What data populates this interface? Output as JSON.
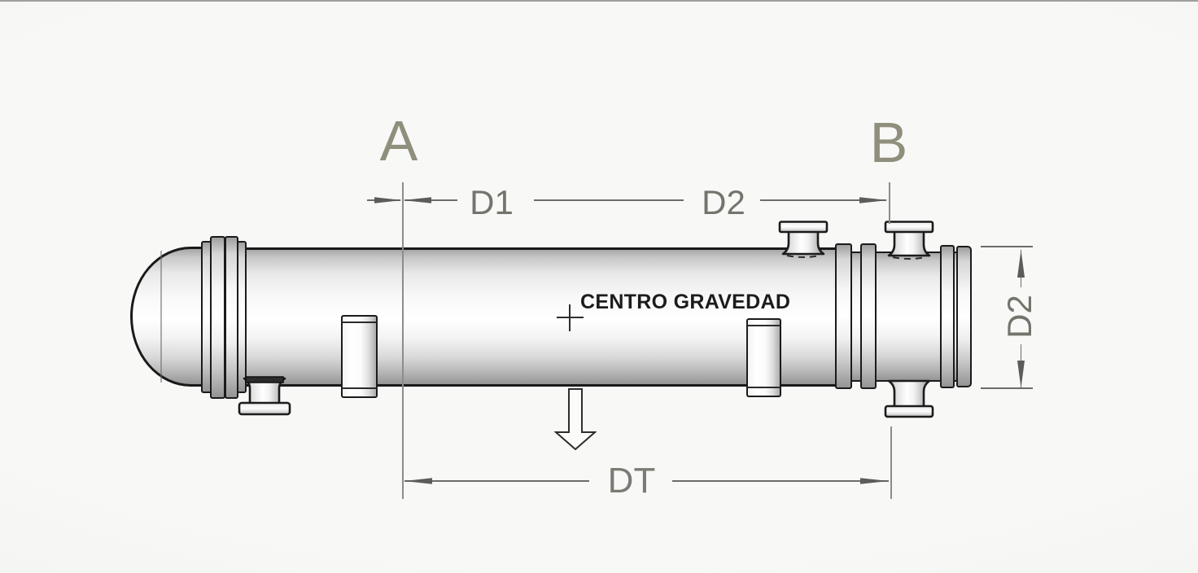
{
  "diagram": {
    "labels": {
      "section_a": "A",
      "section_b": "B"
    },
    "dimensions": {
      "d1": "D1",
      "d2_top": "D2",
      "d2_side": "D2",
      "dt": "DT"
    },
    "annotations": {
      "center_of_gravity": "CENTRO GRAVEDAD"
    },
    "icons": {
      "center_mark": "cross",
      "load_arrow": "down-arrow"
    },
    "colors": {
      "background": "#f6f6f4",
      "vessel_outline": "#1a1a1a",
      "dimension_lines": "#6c6c6c",
      "section_label_text": "#8f8f7c",
      "dimension_text": "#74746d",
      "annotation_text": "#1c1c1c"
    }
  }
}
